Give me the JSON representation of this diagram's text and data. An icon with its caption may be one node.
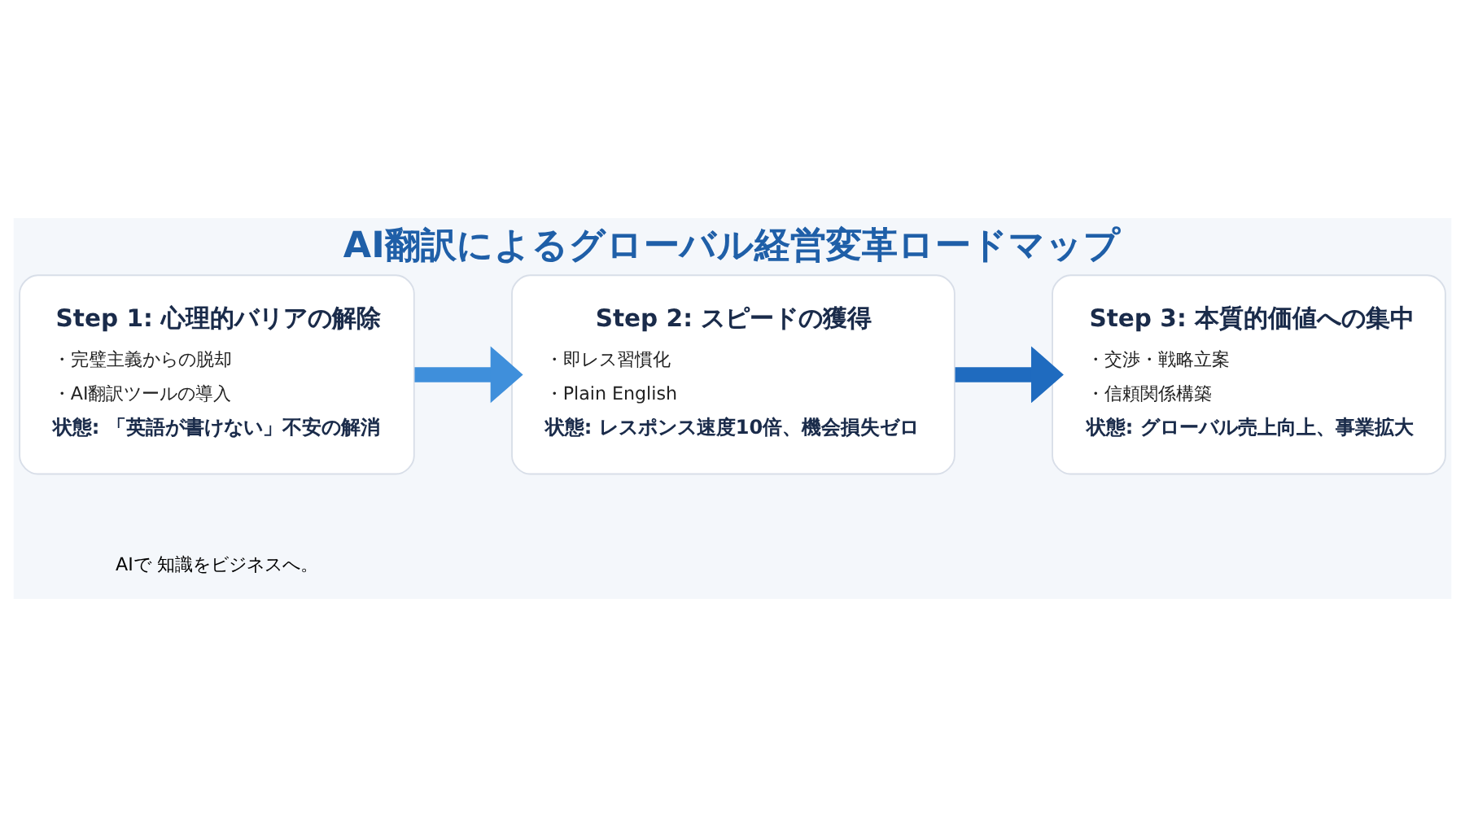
{
  "diagram": {
    "title": "AI翻訳によるグローバル経営変革ロードマップ",
    "nodes": [
      {
        "text": [
          "Step 1: 心理的バリアの解除",
          "・完璧主義からの脱却",
          "・AI翻訳ツールの導入",
          "状態: 「英語が書けない」不安の解消"
        ]
      },
      {
        "text": [
          "Step 2: スピードの獲得",
          "・即レス習慣化",
          "・Plain English",
          "状態: レスポンス速度10倍、機会損失ゼロ"
        ]
      },
      {
        "text": [
          "Step 3: 本質的価値への集中",
          "・交渉・戦略立案",
          "・信頼関係構築",
          "状態: グローバル売上向上、事業拡大"
        ]
      }
    ],
    "edges": [
      {
        "from": 0,
        "to": 1,
        "arrow": "to",
        "color": "#3f8fdb"
      },
      {
        "from": 1,
        "to": 2,
        "arrow": "to",
        "color": "#1f6bbf"
      }
    ],
    "labels": [
      "AIで 知識をビジネスへ。"
    ]
  }
}
